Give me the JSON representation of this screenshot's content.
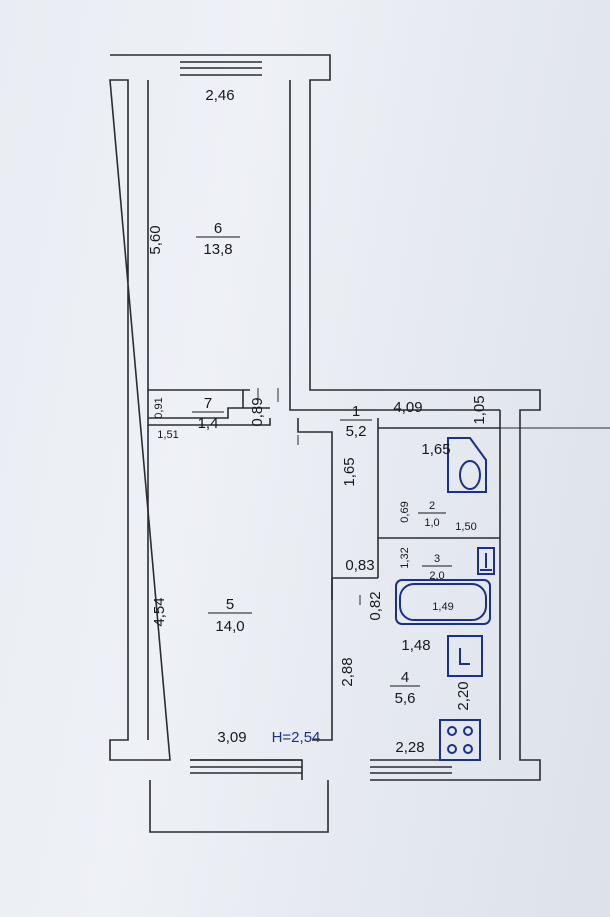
{
  "plan": {
    "height_label": "H=2,54",
    "rooms": [
      {
        "num": "6",
        "area": "13,8"
      },
      {
        "num": "7",
        "area": "1,4"
      },
      {
        "num": "1",
        "area": "5,2"
      },
      {
        "num": "2",
        "area": "1,0"
      },
      {
        "num": "3",
        "area": "2,0"
      },
      {
        "num": "5",
        "area": "14,0"
      },
      {
        "num": "4",
        "area": "5,6"
      }
    ],
    "dimensions": {
      "top_width": "2,46",
      "room6_height": "5,60",
      "closet_height": "0,91",
      "closet_width": "1,51",
      "closet_door": "0,89",
      "hall_width": "4,09",
      "hall_right": "1,05",
      "hall_height": "1,65",
      "wc_width": "1,65",
      "wc_height": "0,69",
      "wc_fixture": "1,50",
      "bath_height": "1,32",
      "bath_fixture": "1,49",
      "passage_width": "0,83",
      "passage_height": "0,82",
      "room5_height": "4,54",
      "room5_width": "3,09",
      "kitchen_sink": "1,48",
      "kitchen_height": "2,88",
      "kitchen_side": "2,20",
      "kitchen_width": "2,28"
    }
  }
}
